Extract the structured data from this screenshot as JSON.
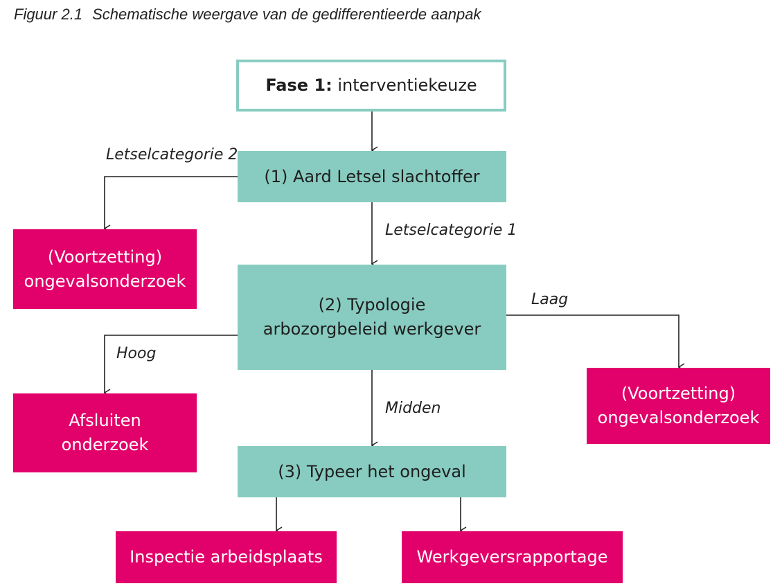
{
  "caption": {
    "number": "Figuur 2.1",
    "title": "Schematische weergave van de gedifferentieerde aanpak"
  },
  "phase": {
    "bold": "Fase 1:",
    "text": " interventiekeuze"
  },
  "steps": {
    "step1": "(1) Aard Letsel slachtoffer",
    "step2_line1": "(2) Typologie",
    "step2_line2": "arbozorgbeleid werkgever",
    "step3": "(3) Typeer het ongeval"
  },
  "outcomes": {
    "continue_left_line1": "(Voortzetting)",
    "continue_left_line2": "ongevalsonderzoek",
    "close_line1": "Afsluiten",
    "close_line2": "onderzoek",
    "continue_right_line1": "(Voortzetting)",
    "continue_right_line2": "ongevalsonderzoek",
    "inspection": "Inspectie arbeidsplaats",
    "employer_report": "Werkgeversrapportage"
  },
  "edge_labels": {
    "cat2": "Letselcategorie 2",
    "cat1": "Letselcategorie 1",
    "high": "Hoog",
    "low": "Laag",
    "middle": "Midden"
  },
  "colors": {
    "teal": "#88ccc1",
    "pink": "#e2006a",
    "line": "#222222"
  }
}
